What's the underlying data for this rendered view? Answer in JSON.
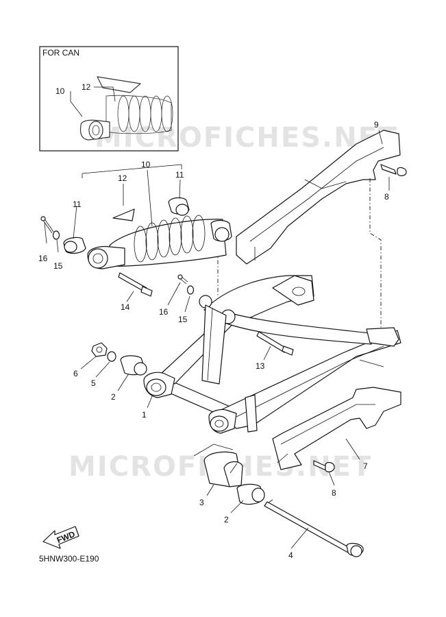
{
  "watermark": "MICROFICHES.NET",
  "inset": {
    "title": "FOR CAN"
  },
  "diagram_code": "5HNW300-E190",
  "fwd_label": "FWD",
  "callouts": {
    "c1": "1",
    "c2a": "2",
    "c2b": "2",
    "c3": "3",
    "c4": "4",
    "c5": "5",
    "c6": "6",
    "c7": "7",
    "c8a": "8",
    "c8b": "8",
    "c9": "9",
    "c10": "10",
    "c10inset": "10",
    "c11a": "11",
    "c11b": "11",
    "c12": "12",
    "c12inset": "12",
    "c13": "13",
    "c14": "14",
    "c15a": "15",
    "c15b": "15",
    "c16a": "16",
    "c16b": "16"
  }
}
